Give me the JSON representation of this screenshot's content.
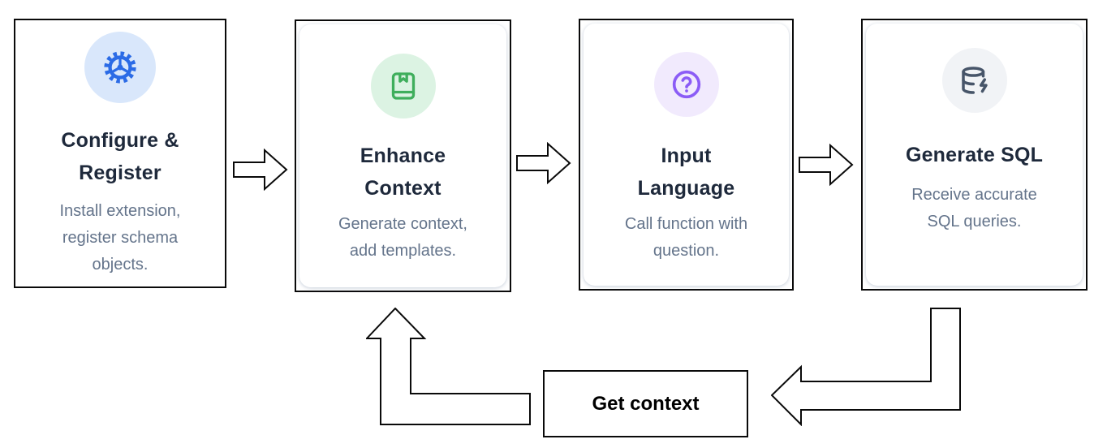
{
  "flow": {
    "steps": [
      {
        "title_lines": [
          "Configure &",
          "Register"
        ],
        "description_lines": [
          "Install extension,",
          "register schema",
          "objects."
        ],
        "icon": "gear-icon",
        "icon_color": "#2b6be6",
        "icon_bg": "#d9e7fb"
      },
      {
        "title_lines": [
          "Enhance",
          "Context"
        ],
        "description_lines": [
          "Generate context,",
          "add templates."
        ],
        "icon": "book-marked-icon",
        "icon_color": "#3fae5c",
        "icon_bg": "#dcf3e3"
      },
      {
        "title_lines": [
          "Input",
          "Language"
        ],
        "description_lines": [
          "Call function with",
          "question."
        ],
        "icon": "question-circle-icon",
        "icon_color": "#8b5cf6",
        "icon_bg": "#f1eafd"
      },
      {
        "title_lines": [
          "Generate SQL"
        ],
        "description_lines": [
          "Receive accurate",
          "SQL queries."
        ],
        "icon": "database-zap-icon",
        "icon_color": "#475569",
        "icon_bg": "#f1f3f6"
      }
    ],
    "loop_label": "Get context",
    "colors": {
      "card_border": "#0a0a0a",
      "title_text": "#1e293b",
      "description_text": "#64748b",
      "loop_label_text": "#000000",
      "connector_fill": "#ffffff",
      "connector_stroke": "#0a0a0a"
    }
  }
}
